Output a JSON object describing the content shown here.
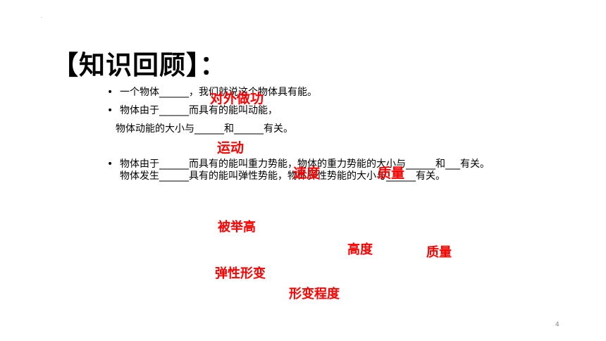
{
  "slide": {
    "dot": "·",
    "title": "【知识回顾】：",
    "bullets": [
      {
        "marker": "•",
        "text": "一个物体______，我们就说这个物体具有能。"
      },
      {
        "marker": "•",
        "text": "物体由于______而具有的能叫动能，"
      },
      {
        "marker": "",
        "text": "物体动能的大小与______和______有关。"
      },
      {
        "marker": "•",
        "text": "物体由于______而具有的能叫重力势能，物体的重力势能的大小与______和___有关。"
      },
      {
        "marker": "",
        "text": "物体发生______具有的能叫弹性势能，物体弹性势能的大小与______有关。"
      }
    ],
    "answers": {
      "duiwai_zuogong": "对外做功",
      "yundong": "运动",
      "sudu": "速度",
      "zhiliang_1": "质量",
      "beijugao": "被举高",
      "gaodu": "高度",
      "zhiliang_2": "质量",
      "tanxing_xingbian": "弹性形变",
      "xingbian_chengdu": "形变程度"
    },
    "page_number": "4"
  },
  "colors": {
    "answer": "#ff0000",
    "text": "#000000",
    "background": "#ffffff"
  }
}
